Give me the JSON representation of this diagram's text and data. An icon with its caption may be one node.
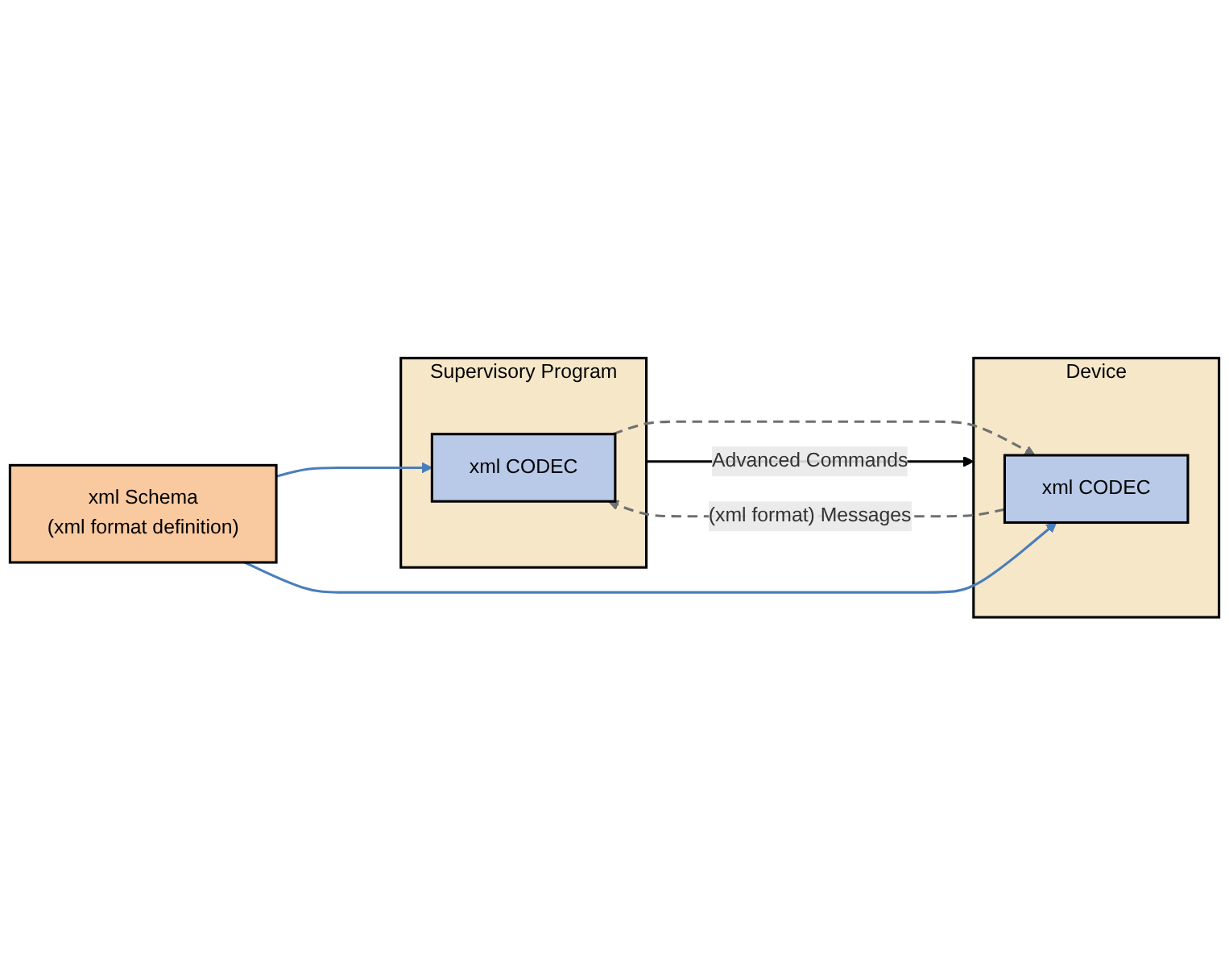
{
  "diagram": {
    "nodes": [
      {
        "text": [
          "Supervisory Program"
        ]
      },
      {
        "text": [
          "xml CODEC"
        ],
        "in": 0
      },
      {
        "text": [
          "Device"
        ]
      },
      {
        "text": [
          "xml CODEC"
        ],
        "in": 2
      },
      {
        "text": [
          "xml Schema",
          "(xml format definition)"
        ]
      }
    ],
    "edges": [
      {
        "from": 0,
        "to": 2,
        "arrow": "to",
        "label": "Advanced Commands",
        "color": "#000000"
      },
      {
        "from": 3,
        "to": 1,
        "arrow": "to",
        "style": "dashed",
        "label": "(xml format) Messages"
      },
      {
        "from": 1,
        "to": 3,
        "arrow": "to",
        "style": "dashed"
      },
      {
        "from": 4,
        "to": 1,
        "arrow": "to",
        "color": "#4a7ebb"
      },
      {
        "from": 4,
        "to": 3,
        "arrow": "to",
        "color": "#4a7ebb"
      }
    ]
  }
}
